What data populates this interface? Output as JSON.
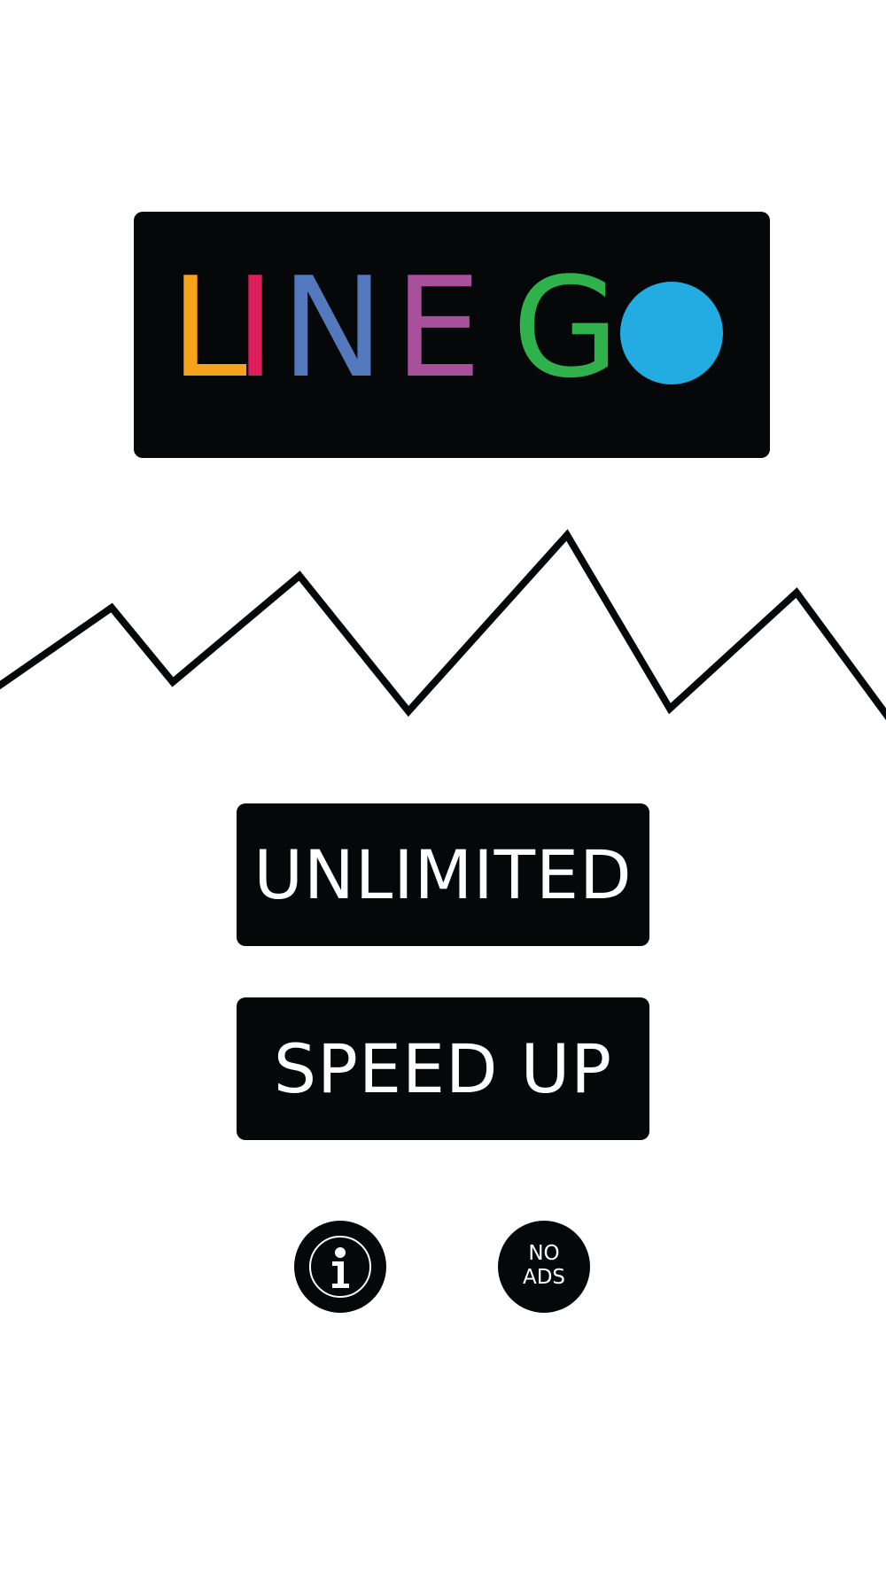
{
  "logo": {
    "letters": [
      {
        "char": "L",
        "color": "#F7A21B"
      },
      {
        "char": "I",
        "color": "#DC1F5A"
      },
      {
        "char": "N",
        "color": "#5478BD"
      },
      {
        "char": "E",
        "color": "#A8509C"
      },
      {
        "char": "G",
        "color": "#2FB24C"
      }
    ],
    "ball_color": "#22ACE2",
    "panel_color": "#050708"
  },
  "buttons": {
    "unlimited_label": "UNLIMITED",
    "speed_up_label": "SPEED UP",
    "info_icon": "info-icon",
    "no_ads_line1": "NO",
    "no_ads_line2": "ADS"
  }
}
